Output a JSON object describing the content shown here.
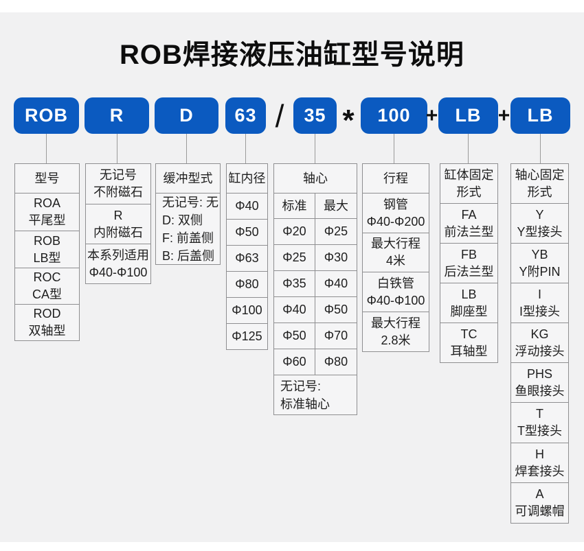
{
  "page": {
    "title": "ROB焊接液压油缸型号说明",
    "background_color": "#f1f1f2",
    "accent_color": "#0b5ac0"
  },
  "model_code": {
    "badges": [
      "ROB",
      "R",
      "D",
      "63",
      "35",
      "100",
      "LB",
      "LB"
    ],
    "separators": [
      "/",
      "*",
      "+",
      "+"
    ]
  },
  "columns": [
    {
      "name": "series",
      "cells": [
        "型号",
        "ROA\n平尾型",
        "ROB\nLB型",
        "ROC\nCA型",
        "ROD\n双轴型"
      ]
    },
    {
      "name": "magnet",
      "cells": [
        "无记号\n不附磁石",
        "R\n内附磁石",
        "本系列适用\nΦ40-Φ100"
      ]
    },
    {
      "name": "cushion",
      "cells": [
        "缓冲型式",
        "无记号: 无\nD: 双侧\nF: 前盖侧\nB: 后盖侧"
      ]
    },
    {
      "name": "bore",
      "cells": [
        "缸内径",
        "Φ40",
        "Φ50",
        "Φ63",
        "Φ80",
        "Φ100",
        "Φ125"
      ]
    },
    {
      "name": "rod",
      "header": "轴心",
      "subheaders": [
        "标准",
        "最大"
      ],
      "rows": [
        [
          "Φ20",
          "Φ25"
        ],
        [
          "Φ25",
          "Φ30"
        ],
        [
          "Φ35",
          "Φ40"
        ],
        [
          "Φ40",
          "Φ50"
        ],
        [
          "Φ50",
          "Φ70"
        ],
        [
          "Φ60",
          "Φ80"
        ]
      ],
      "footer": "无记号:\n标准轴心"
    },
    {
      "name": "stroke",
      "cells": [
        "行程",
        "钢管\nΦ40-Φ200",
        "最大行程\n4米",
        "白铁管\nΦ40-Φ100",
        "最大行程\n2.8米"
      ]
    },
    {
      "name": "body-mount",
      "cells": [
        "缸体固定\n形式",
        "FA\n前法兰型",
        "FB\n后法兰型",
        "LB\n脚座型",
        "TC\n耳轴型"
      ]
    },
    {
      "name": "rod-mount",
      "cells": [
        "轴心固定\n形式",
        "Y\nY型接头",
        "YB\nY附PIN",
        "I\nI型接头",
        "KG\n浮动接头",
        "PHS\n鱼眼接头",
        "T\nT型接头",
        "H\n焊套接头",
        "A\n可调螺帽"
      ]
    }
  ]
}
